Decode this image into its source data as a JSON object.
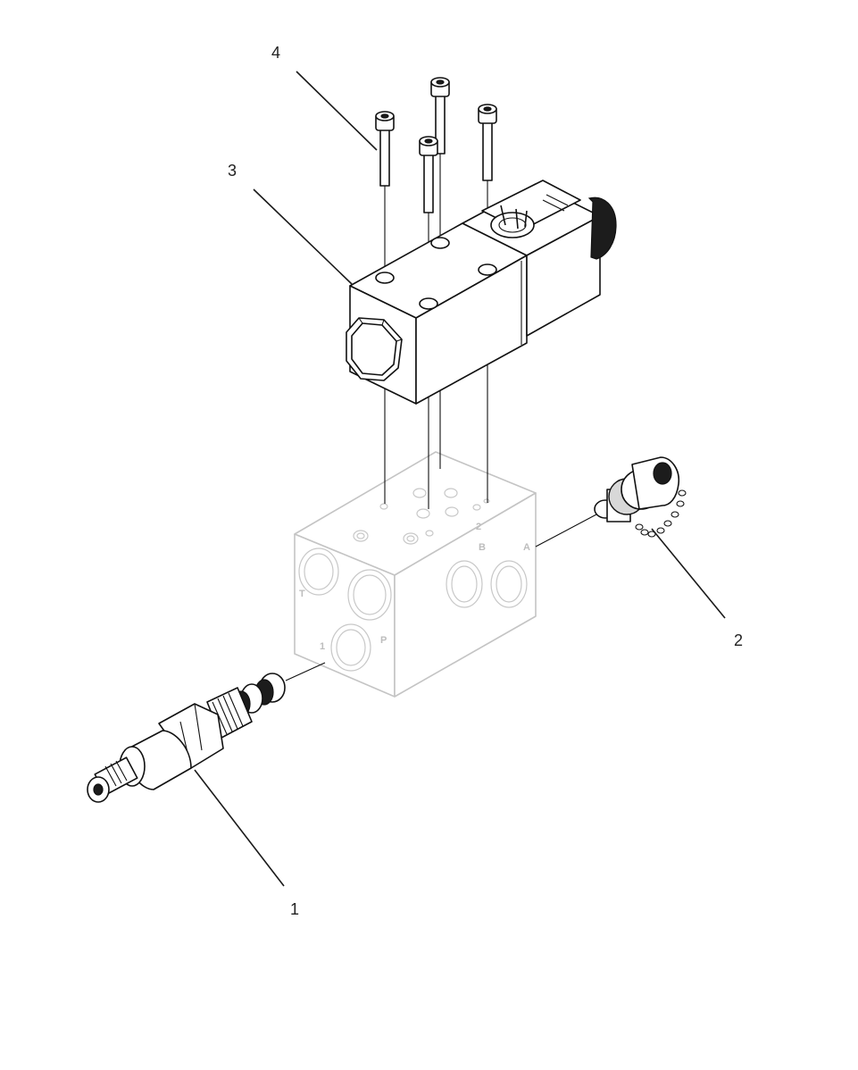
{
  "diagram": {
    "callouts": [
      {
        "id": "1",
        "label": "1"
      },
      {
        "id": "2",
        "label": "2"
      },
      {
        "id": "3",
        "label": "3"
      },
      {
        "id": "4",
        "label": "4"
      }
    ],
    "port_labels": [
      "P",
      "A",
      "B",
      "T",
      "1",
      "2"
    ]
  },
  "colors": {
    "line": "#111111",
    "ghost_block": "#c4c4c4",
    "background": "#ffffff"
  }
}
